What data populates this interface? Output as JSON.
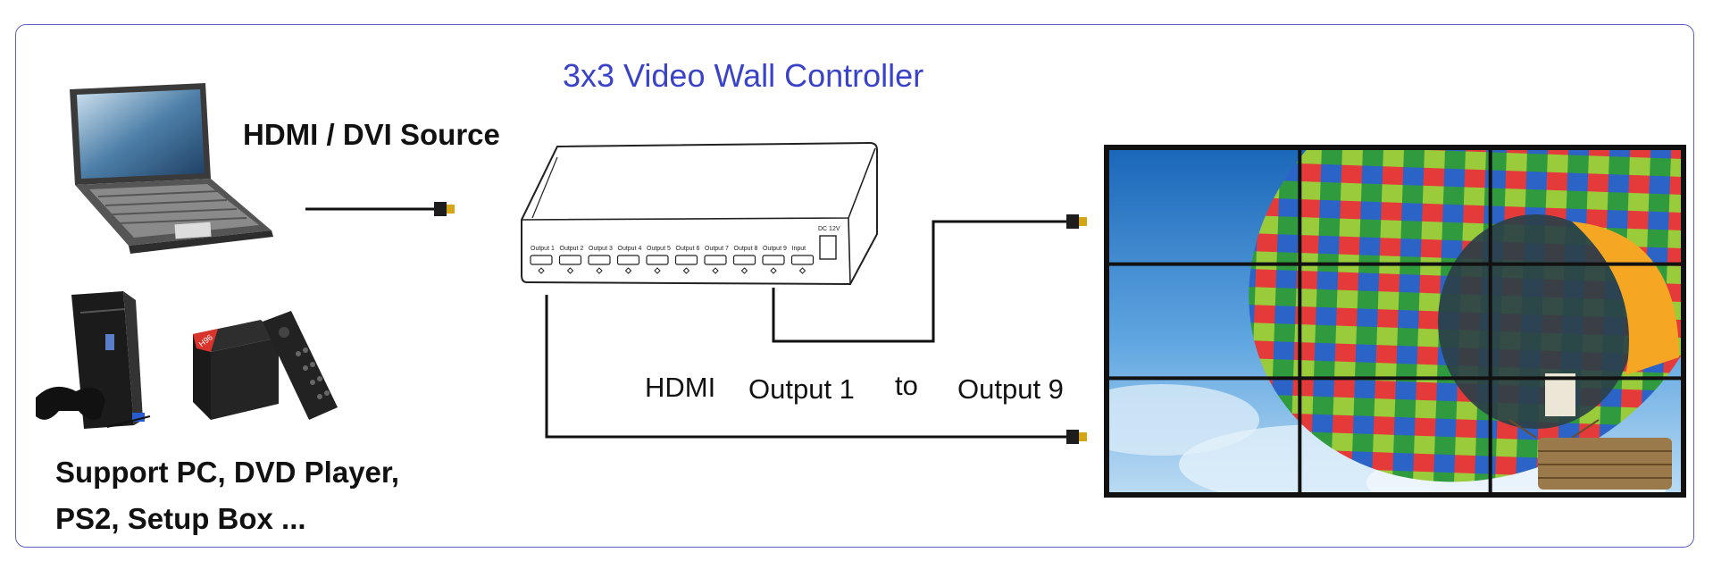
{
  "diagram": {
    "title": "3x3 Video Wall Controller",
    "source_label": "HDMI / DVI Source",
    "support_line1": "Support PC, DVD Player,",
    "support_line2": "PS2, Setup Box ...",
    "hdmi_label": "HDMI",
    "output_first": "Output 1",
    "to_label": "to",
    "output_last": "Output 9",
    "controller": {
      "power_label": "DC 12V",
      "ports": [
        "Output 1",
        "Output 2",
        "Output 3",
        "Output 4",
        "Output 5",
        "Output 6",
        "Output 7",
        "Output 8",
        "Output 9",
        "Input"
      ]
    },
    "wall": {
      "rows": 3,
      "cols": 3
    },
    "colors": {
      "title": "#3a43c8",
      "frame": "#5a5fc4",
      "cable": "#111111"
    },
    "icons": [
      "laptop-icon",
      "game-console-icon",
      "set-top-box-icon",
      "remote-icon",
      "hdmi-plug-icon",
      "video-wall-controller-icon"
    ]
  }
}
